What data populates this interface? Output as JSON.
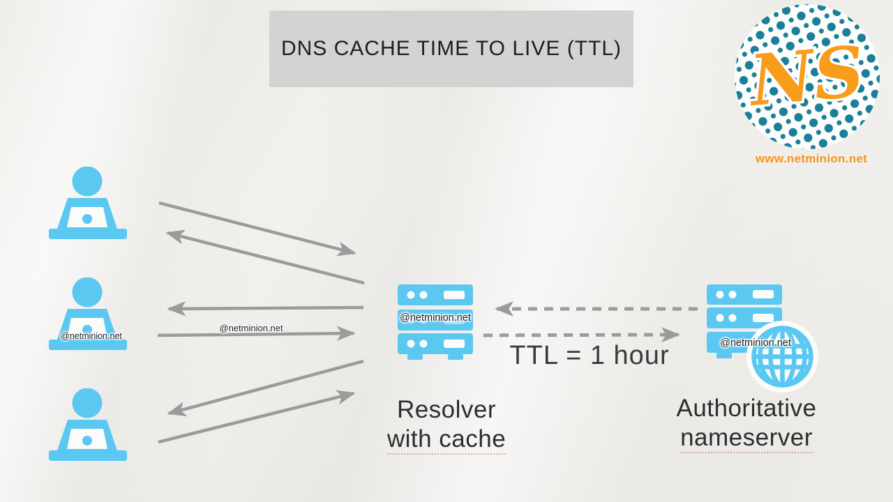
{
  "title_banner": {
    "label": "DNS CACHE TIME TO LIVE (TTL)"
  },
  "logo": {
    "monogram": "NS",
    "website": "www.netminion.net"
  },
  "users": {
    "user2_label": "@netminion.net"
  },
  "arrows": {
    "query_label": "@netminion.net"
  },
  "resolver": {
    "cache_entry": "@netminion.net",
    "title_line1": "Resolver",
    "title_line2": "with cache"
  },
  "authoritative": {
    "record_label": "@netminion.net",
    "title_line1": "Authoritative",
    "title_line2": "nameserver"
  },
  "ttl": {
    "label": "TTL = 1 hour"
  },
  "colors": {
    "accent_blue": "#5BC8F2",
    "arrow_gray": "#9B9B9B",
    "banner_gray": "#D4D3D2",
    "logo_teal": "#1A7F99",
    "logo_orange": "#F89C1C",
    "label_text": "#1C1C1C",
    "background": "#F2F1EE"
  }
}
